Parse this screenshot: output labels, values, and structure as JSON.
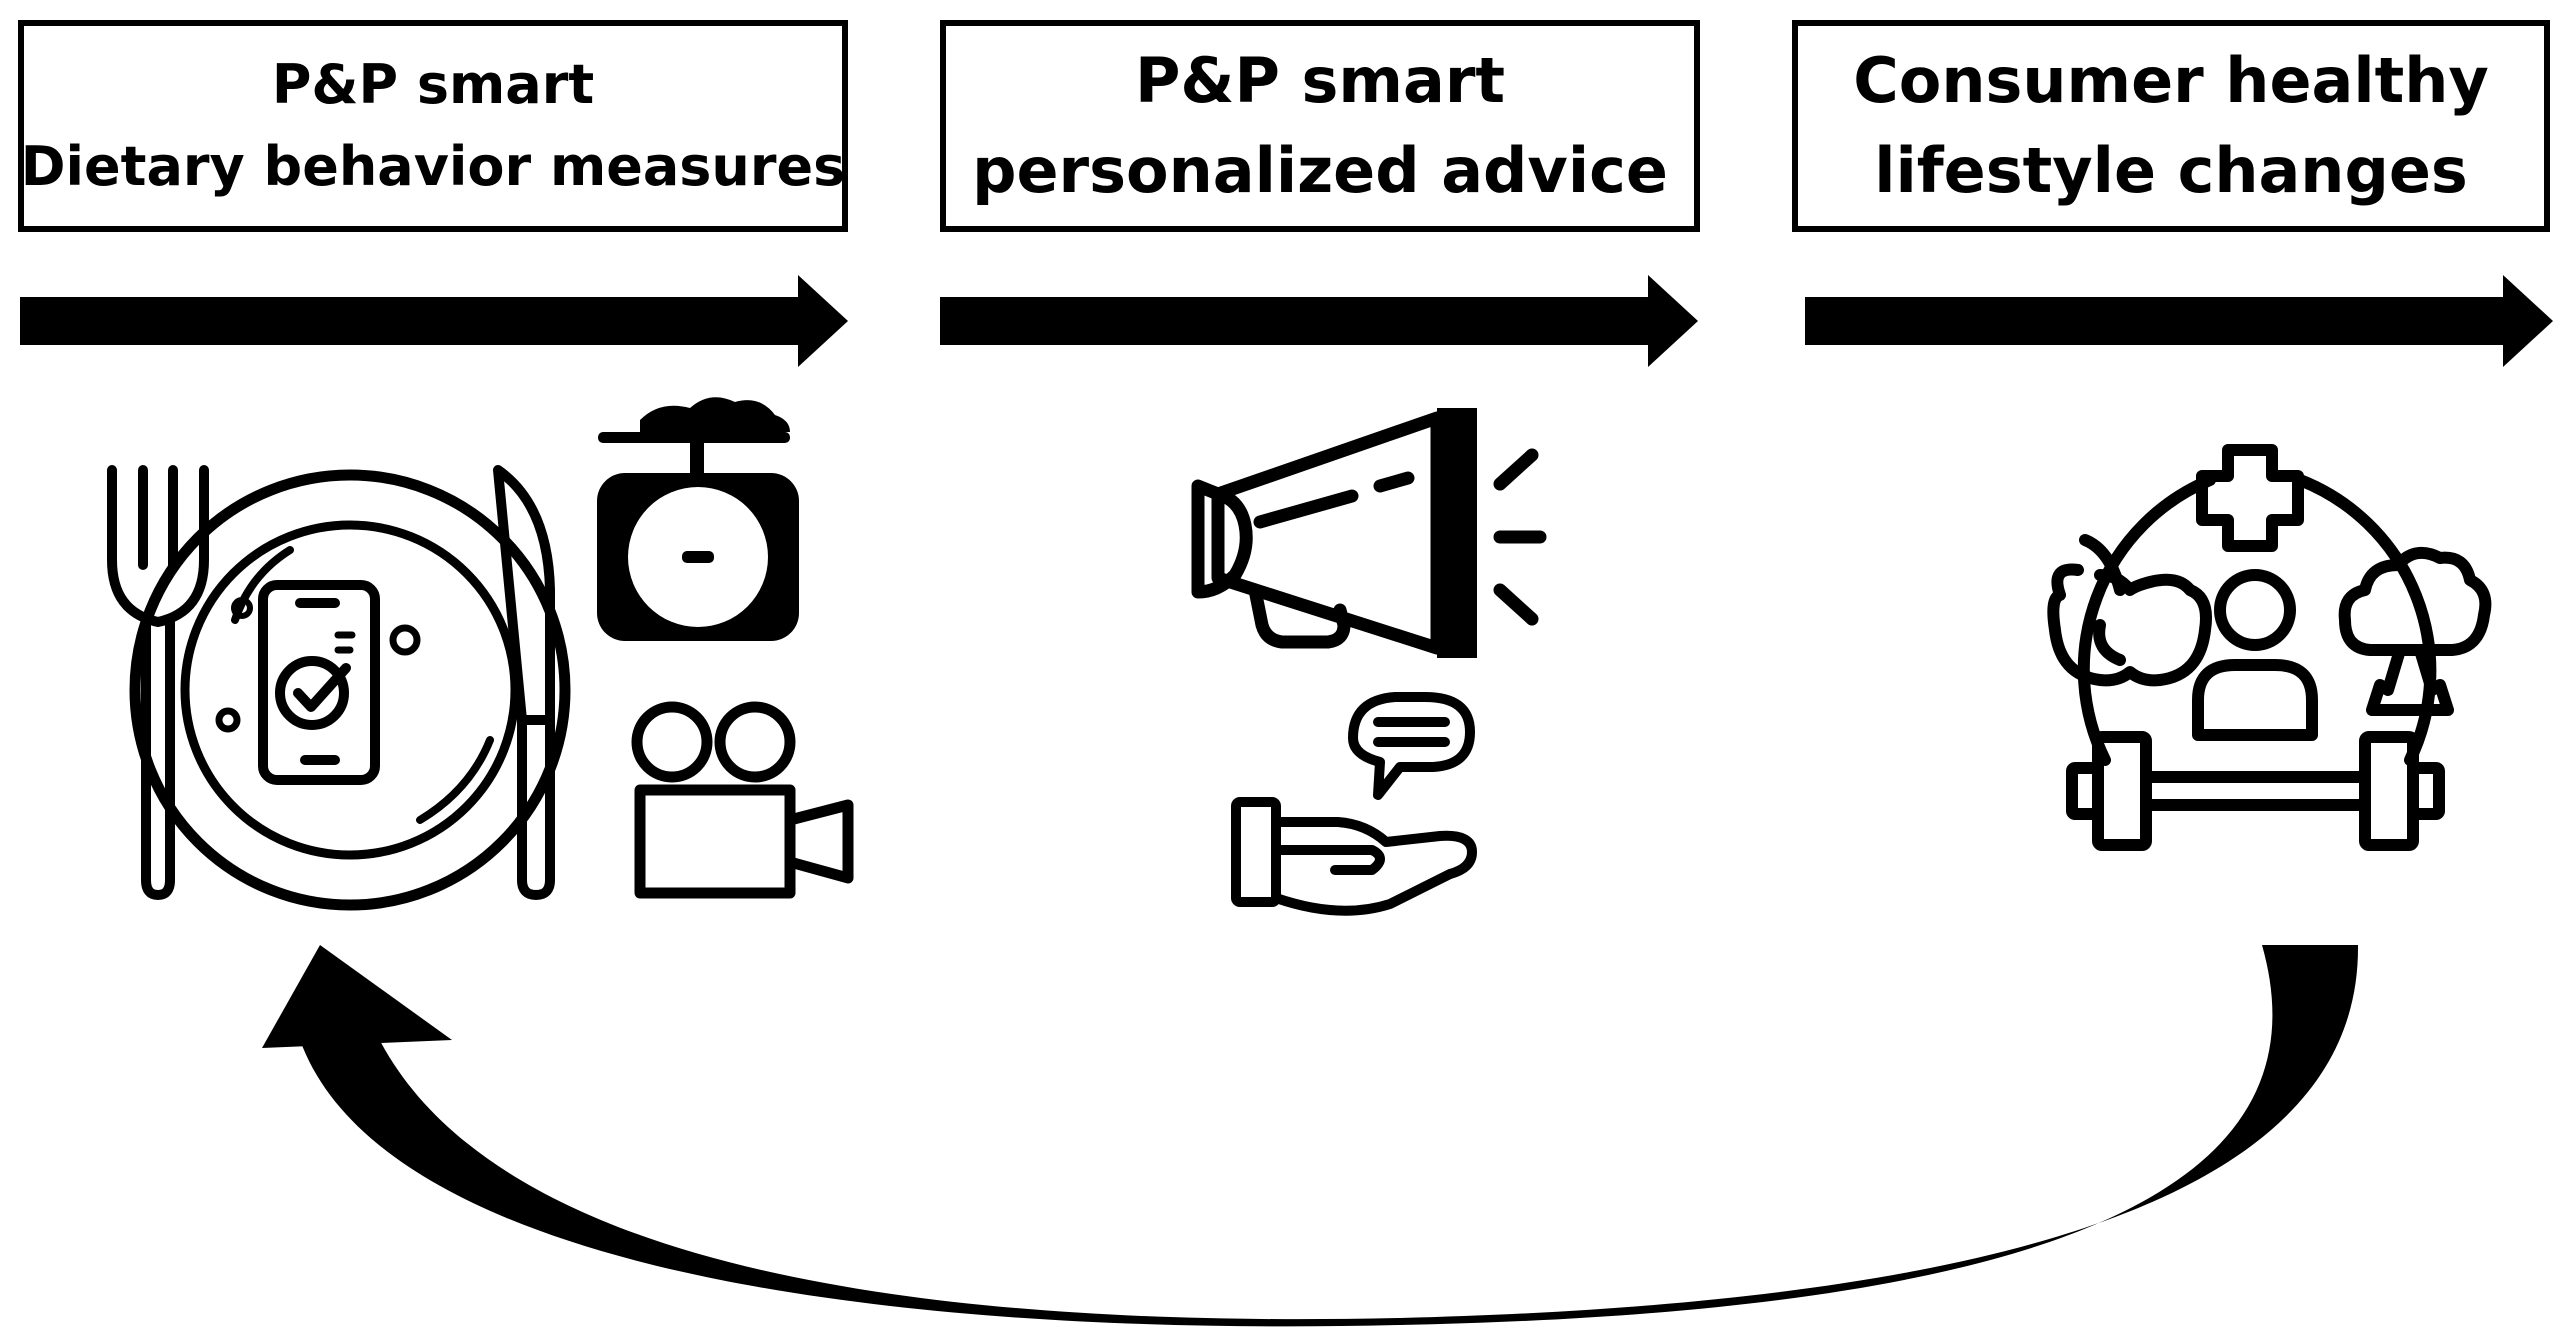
{
  "stages": [
    {
      "id": "stage-1",
      "lines": [
        "P&P smart",
        "Dietary behavior measures"
      ]
    },
    {
      "id": "stage-2",
      "lines": [
        "P&P smart",
        "personalized advice"
      ]
    },
    {
      "id": "stage-3",
      "lines": [
        "Consumer healthy",
        "lifestyle changes"
      ]
    }
  ],
  "icons": {
    "stage_1": [
      "plate-with-smartphone-icon",
      "kitchen-scale-icon",
      "video-camera-icon"
    ],
    "stage_2": [
      "megaphone-icon",
      "hand-with-speech-bubble-icon"
    ],
    "stage_3": [
      "healthy-lifestyle-icon"
    ]
  },
  "colors": {
    "line": "#000000",
    "background": "#ffffff"
  }
}
